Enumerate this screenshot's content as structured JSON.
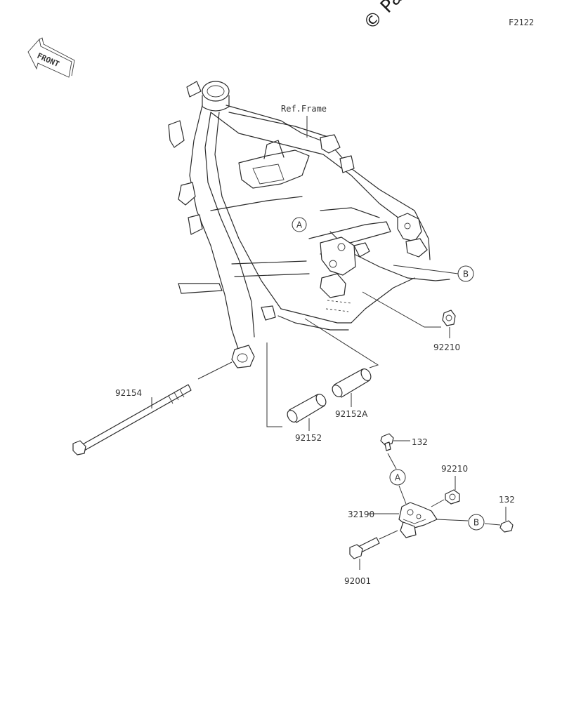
{
  "diagram": {
    "code": "F2122",
    "watermark": "© Par",
    "front_label": "FRONT",
    "ref_frame_label": "Ref.Frame",
    "callouts": {
      "a_top": "A",
      "b_top": "B",
      "a_bottom": "A",
      "b_bottom": "B"
    },
    "parts": {
      "p92210_top": "92210",
      "p92154": "92154",
      "p92152A": "92152A",
      "p92152": "92152",
      "p132_top": "132",
      "p92210_bottom": "92210",
      "p132_right": "132",
      "p32190": "32190",
      "p92001": "92001"
    }
  }
}
